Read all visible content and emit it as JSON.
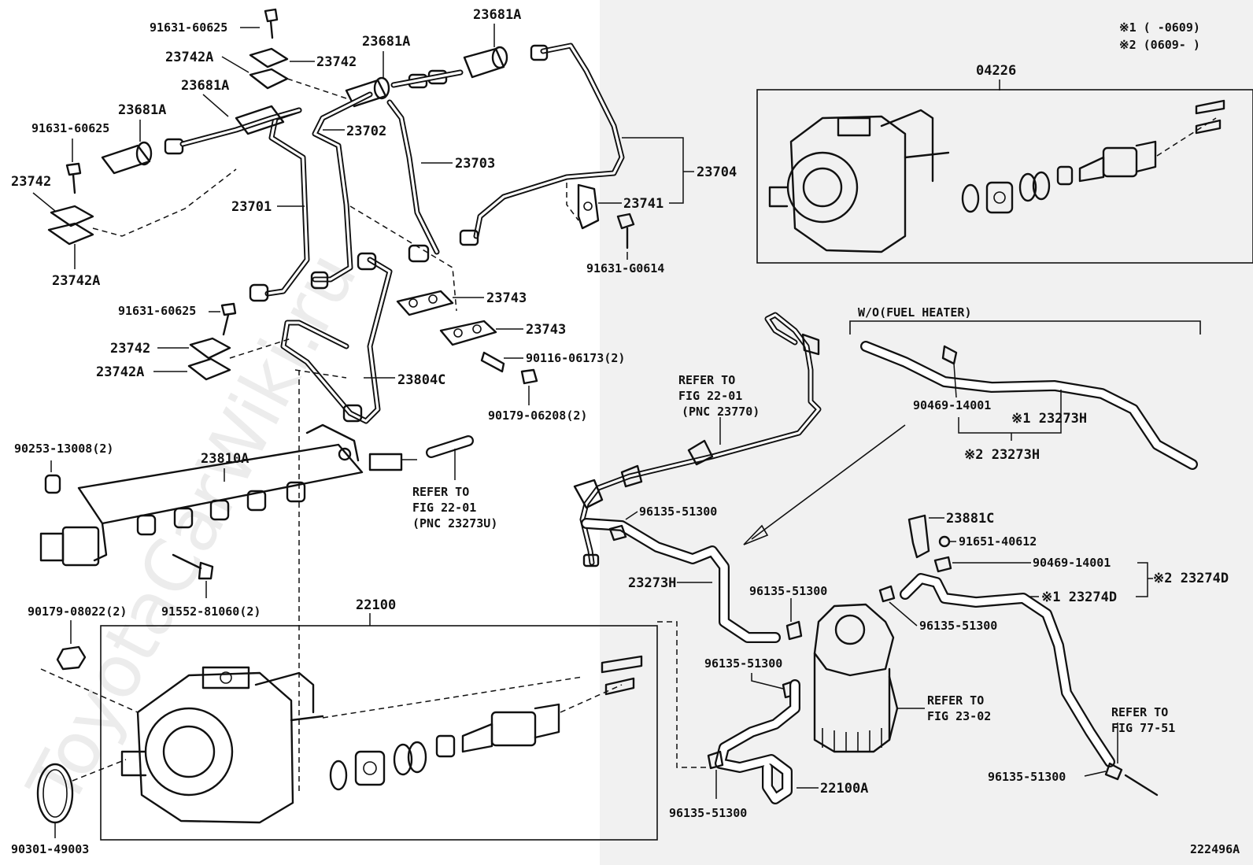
{
  "figure_id": "222496A",
  "watermark": "ToyotaCarWiki.ru",
  "legend": {
    "note1": "※1 (     -0609)",
    "note2": "※2 (0609-     )"
  },
  "assembly_04226": "04226",
  "assembly_22100": "22100",
  "fuel_heater_group": "W/O(FUEL HEATER)",
  "refs": {
    "r1": [
      "REFER TO",
      "FIG 22-01",
      "(PNC 23770)"
    ],
    "r2": [
      "REFER TO",
      "FIG 22-01",
      "(PNC 23273U)"
    ],
    "r3": [
      "REFER TO",
      "FIG 23-02"
    ],
    "r4": [
      "REFER TO",
      "FIG 77-51"
    ]
  },
  "labels": {
    "p91631_60625_a": "91631-60625",
    "p23742a_a": "23742A",
    "p23742_a": "23742",
    "p23681a_a": "23681A",
    "p23681a_b": "23681A",
    "p23681a_c": "23681A",
    "p23681a_d": "23681A",
    "p91631_60625_b": "91631-60625",
    "p23742_b": "23742",
    "p23742a_b": "23742A",
    "p23702": "23702",
    "p23703": "23703",
    "p23701": "23701",
    "p23704": "23704",
    "p23741": "23741",
    "p91631_g0614": "91631-G0614",
    "p91631_60625_c": "91631-60625",
    "p23742_c": "23742",
    "p23742a_c": "23742A",
    "p23743_a": "23743",
    "p23743_b": "23743",
    "p90116_06173": "90116-06173(2)",
    "p90179_06208": "90179-06208(2)",
    "p23804c": "23804C",
    "p90253_13008": "90253-13008(2)",
    "p23810a": "23810A",
    "p91552_81060": "91552-81060(2)",
    "p90179_08022": "90179-08022(2)",
    "p90301_49003": "90301-49003",
    "p96135_51300_a": "96135-51300",
    "p23273h_a": "23273H",
    "p90469_14001_a": "90469-14001",
    "p23273h_n1": "※1 23273H",
    "p23273h_n2": "※2 23273H",
    "p23881c": "23881C",
    "p91651_40612": "91651-40612",
    "p90469_14001_b": "90469-14001",
    "p23274d_n2": "※2 23274D",
    "p23274d_n1": "※1 23274D",
    "p96135_51300_b": "96135-51300",
    "p96135_51300_c": "96135-51300",
    "p96135_51300_d": "96135-51300",
    "p96135_51300_e": "96135-51300",
    "p96135_51300_f": "96135-51300",
    "p22100a": "22100A"
  }
}
